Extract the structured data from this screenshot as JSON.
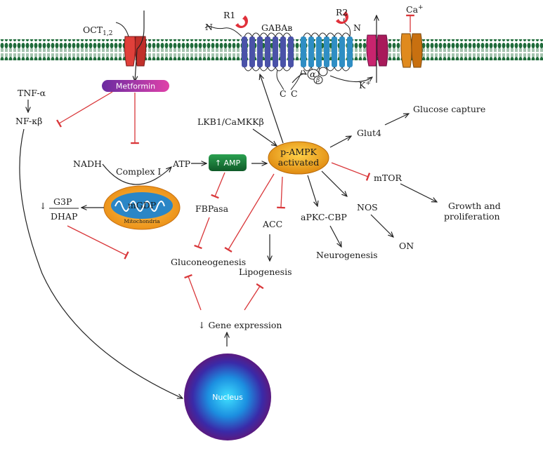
{
  "labels": {
    "oct": "OCT",
    "oct_sub": "1,2",
    "r1": "R1",
    "r2": "R2",
    "n1": "N",
    "n2": "N",
    "gabab": "GABAʙ",
    "ca": "Ca",
    "ca_sup": "+",
    "alpha": "α",
    "beta": "β",
    "c1": "C",
    "c2": "C",
    "k": "K",
    "k_sup": "+",
    "metformin": "Metformin",
    "tnf": "TNF-α",
    "nfkb": "NF-κβ",
    "lkb1": "LKB1/CaMKKβ",
    "nadh": "NADH",
    "complex1": "Complex I",
    "atp": "ATP",
    "amp": "↑ AMP",
    "pampk_line1": "p-AMPK",
    "pampk_line2": "activated",
    "glut4": "Glut4",
    "glucose_capture": "Glucose capture",
    "mtor": "mTOR",
    "growth_line1": "Growth and",
    "growth_line2": "proliferation",
    "nos": "NOS",
    "on": "ON",
    "g3p_arrow": "↓",
    "g3p": "G3P",
    "dhap": "DHAP",
    "mgdp": "mGDP",
    "mitochondria": "Mitochondria",
    "fbpasa": "FBPasa",
    "acc": "ACC",
    "apkc": "aPKC-CBP",
    "gluconeogenesis": "Gluconeogenesis",
    "lipogenesis": "Lipogenesis",
    "neurogenesis": "Neurogenesis",
    "gene_expression": "↓ Gene expression",
    "nucleus": "Nucleus"
  },
  "colors": {
    "membrane": "#1f6b3a",
    "oct_channel": "#e0403a",
    "receptor_r1": "#4a52a8",
    "receptor_r2": "#2f8ec4",
    "k_channel": "#c8246e",
    "ca_channel": "#e08a1e",
    "metformin": "#8a2f9e",
    "amp_box": "#1d7a3a",
    "ampk": "#e8a01e",
    "mito": "#f0a020",
    "mito_inner": "#2a86c6",
    "nucleus_outer": "#4a1a8a",
    "nucleus_inner": "#2ec8f0",
    "inhibit": "#d9373a",
    "arrow": "#222222"
  }
}
